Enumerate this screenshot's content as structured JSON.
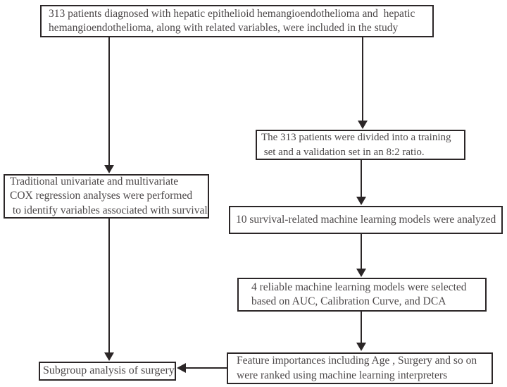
{
  "flowchart": {
    "title": "Study flow diagram",
    "colors": {
      "line": "#2b2627",
      "text": "#4c4849",
      "background": "#ffffff"
    },
    "boxes": {
      "inclusion": {
        "lines": [
          "313 patients diagnosed with hepatic epithelioid hemangioendothelioma and  hepatic",
          "hemangioendothelioma, along with related variables, were included in the study"
        ]
      },
      "split": {
        "lines": [
          "The 313 patients were divided into a training",
          " set and a validation set in an 8:2 ratio."
        ]
      },
      "cox": {
        "lines": [
          "Traditional univariate and multivariate",
          "COX regression analyses were performed",
          " to identify variables associated with survival"
        ]
      },
      "ml_models": {
        "lines": [
          "10 survival-related machine learning models were analyzed"
        ]
      },
      "selected_models": {
        "lines": [
          "4 reliable machine learning models were selected",
          "based on AUC, Calibration Curve, and DCA"
        ]
      },
      "feature_importance": {
        "lines": [
          "Feature importances including Age , Surgery and so on",
          "were ranked using machine learning interpreters"
        ]
      },
      "subgroup": {
        "lines": [
          "Subgroup analysis of surgery"
        ]
      }
    }
  }
}
